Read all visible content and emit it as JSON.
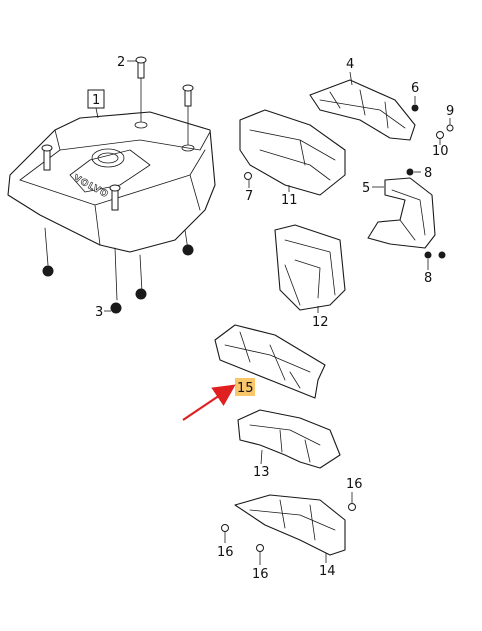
{
  "labels": {
    "n1": "1",
    "n2": "2",
    "n3": "3",
    "n4": "4",
    "n5": "5",
    "n6": "6",
    "n7": "7",
    "n8a": "8",
    "n8b": "8",
    "n9": "9",
    "n10": "10",
    "n11": "11",
    "n12": "12",
    "n13": "13",
    "n14": "14",
    "n15": "15",
    "n16a": "16",
    "n16b": "16",
    "n16c": "16"
  },
  "brand": "VOLVO",
  "colors": {
    "highlight": "#f9c66a",
    "arrow": "#e02020"
  }
}
